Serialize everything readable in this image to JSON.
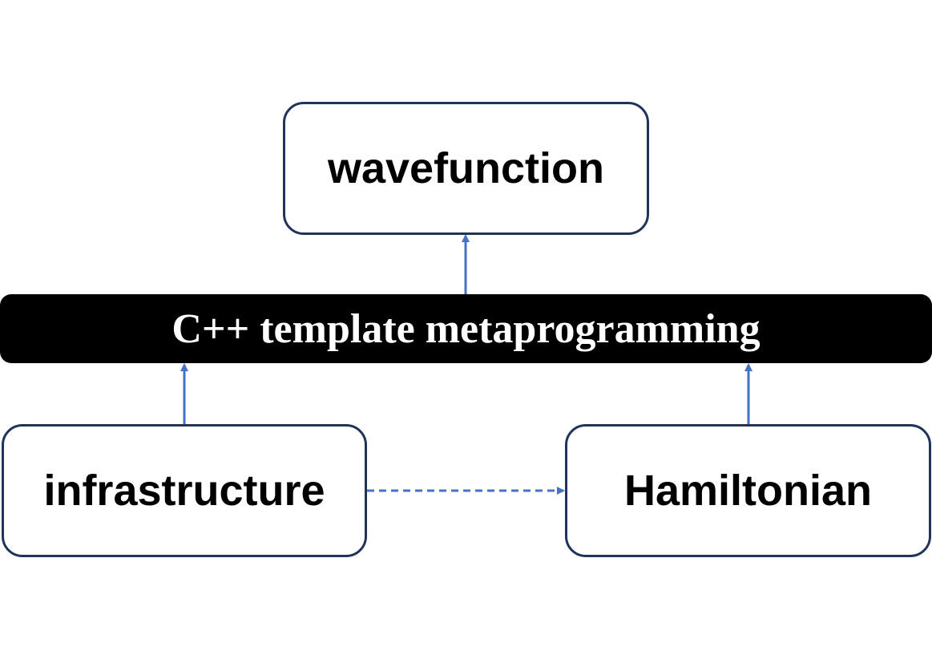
{
  "nodes": {
    "wavefunction": "wavefunction",
    "infrastructure": "infrastructure",
    "hamiltonian": "Hamiltonian"
  },
  "banner": {
    "label": "C++ template metaprogramming"
  },
  "colors": {
    "box_border": "#1f3458",
    "arrow": "#4472c4",
    "banner_bg": "#000000",
    "banner_text": "#ffffff"
  },
  "edges": [
    {
      "from": "banner",
      "to": "wavefunction",
      "style": "solid"
    },
    {
      "from": "infrastructure",
      "to": "banner",
      "style": "solid"
    },
    {
      "from": "hamiltonian",
      "to": "banner",
      "style": "solid"
    },
    {
      "from": "infrastructure",
      "to": "hamiltonian",
      "style": "dashed"
    }
  ]
}
